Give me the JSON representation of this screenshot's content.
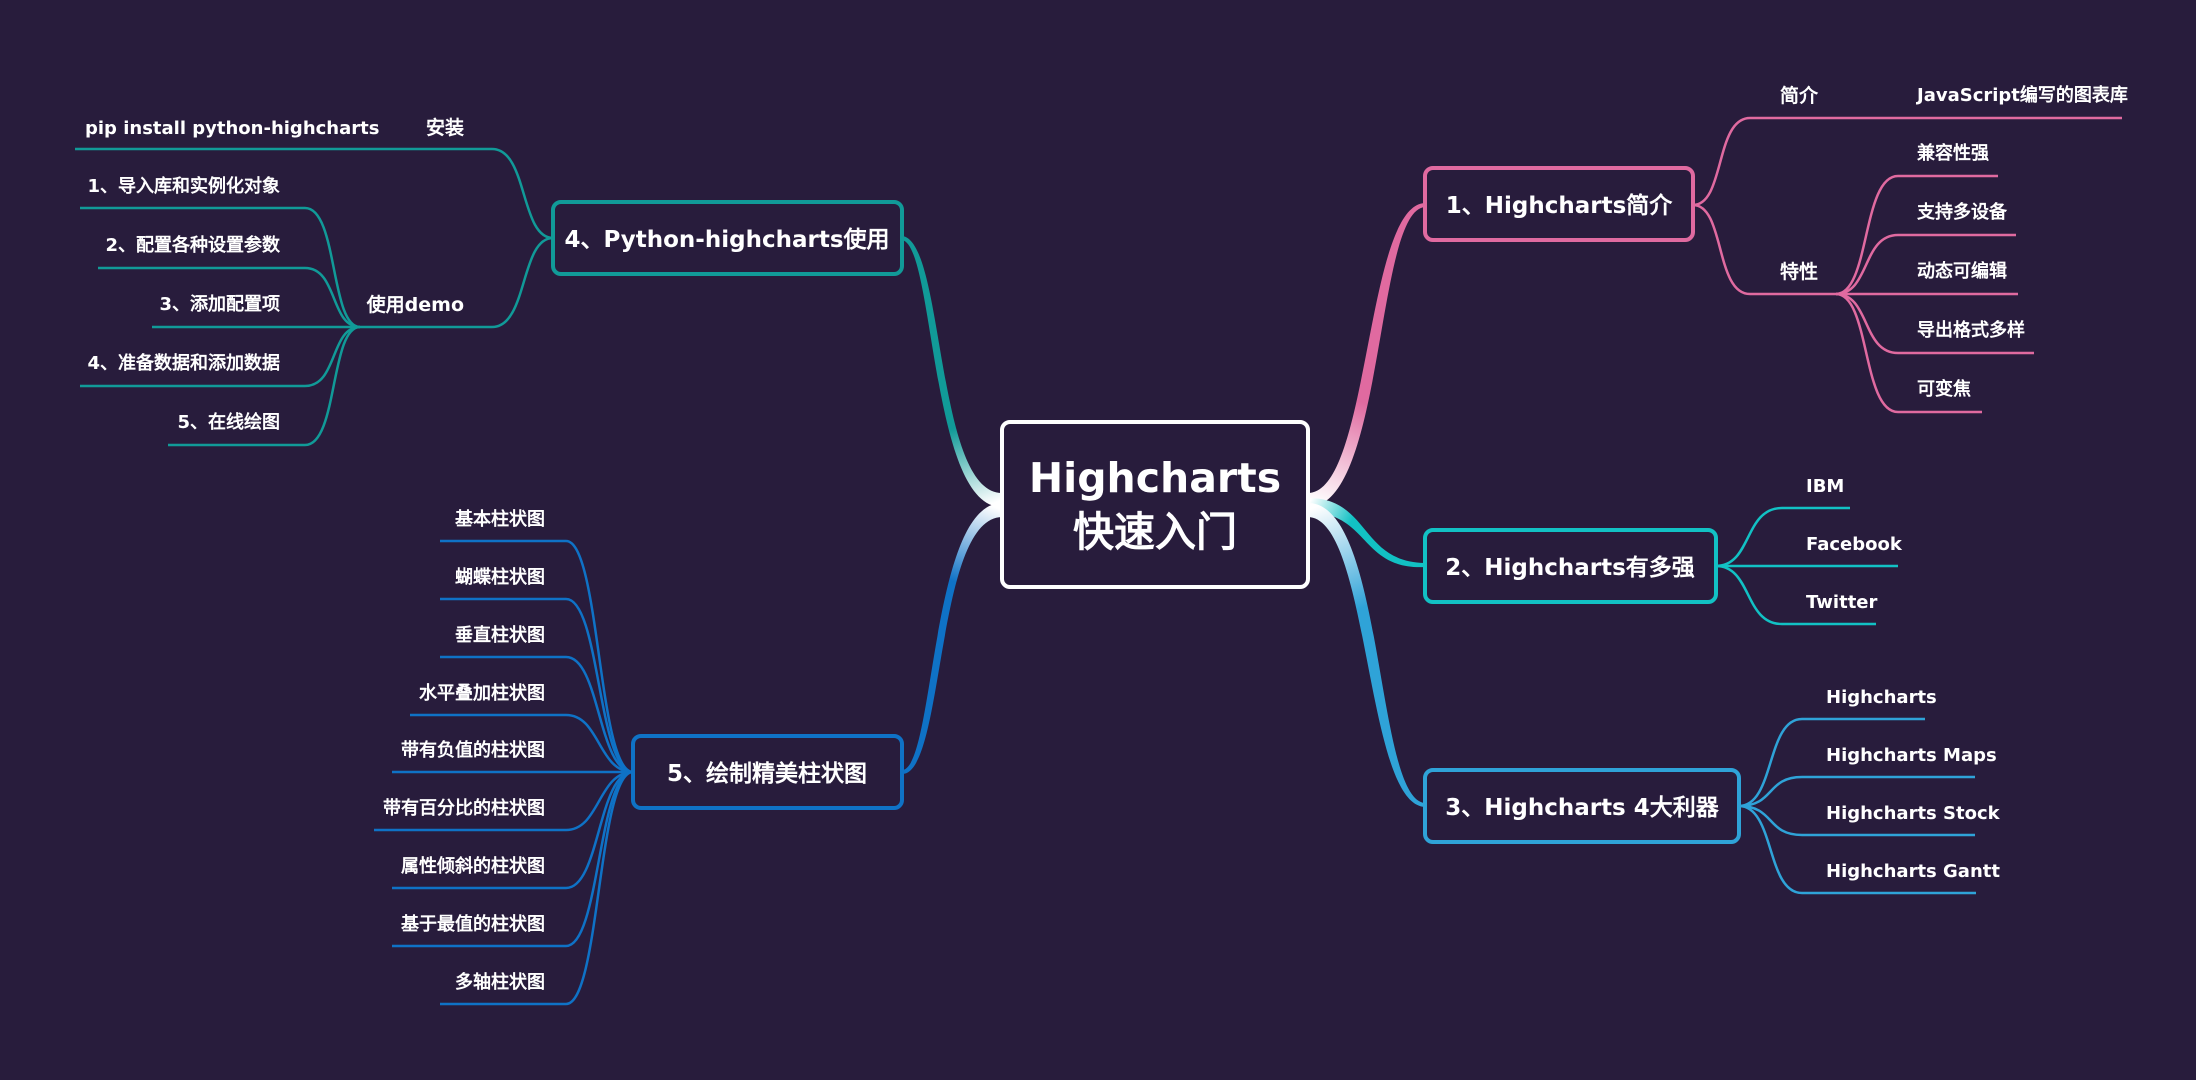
{
  "colors": {
    "background": "#281c3c",
    "center": "#ffffff",
    "branch1": "#e06aa0",
    "branch2": "#12c1c4",
    "branch3": "#2fa3d8",
    "branch4": "#119a98",
    "branch5": "#0f72c6"
  },
  "center": {
    "line1": "Highcharts",
    "line2": "快速入门"
  },
  "branches": {
    "b1": {
      "title": "1、Highcharts简介",
      "intro": {
        "label": "简介",
        "value": "JavaScript编写的图表库"
      },
      "features": {
        "label": "特性",
        "items": [
          "兼容性强",
          "支持多设备",
          "动态可编辑",
          "导出格式多样",
          "可变焦"
        ]
      }
    },
    "b2": {
      "title": "2、Highcharts有多强",
      "items": [
        "IBM",
        "Facebook",
        "Twitter"
      ]
    },
    "b3": {
      "title": "3、Highcharts 4大利器",
      "items": [
        "Highcharts",
        "Highcharts Maps",
        "Highcharts Stock",
        "Highcharts Gantt"
      ]
    },
    "b4": {
      "title": "4、Python-highcharts使用",
      "install": {
        "label": "安装",
        "value": "pip  install  python-highcharts"
      },
      "demo": {
        "label": "使用demo",
        "items": [
          "1、导入库和实例化对象",
          "2、配置各种设置参数",
          "3、添加配置项",
          "4、准备数据和添加数据",
          "5、在线绘图"
        ]
      }
    },
    "b5": {
      "title": "5、绘制精美柱状图",
      "items": [
        "基本柱状图",
        "蝴蝶柱状图",
        "垂直柱状图",
        "水平叠加柱状图",
        "带有负值的柱状图",
        "带有百分比的柱状图",
        "属性倾斜的柱状图",
        "基于最值的柱状图",
        "多轴柱状图"
      ]
    }
  }
}
